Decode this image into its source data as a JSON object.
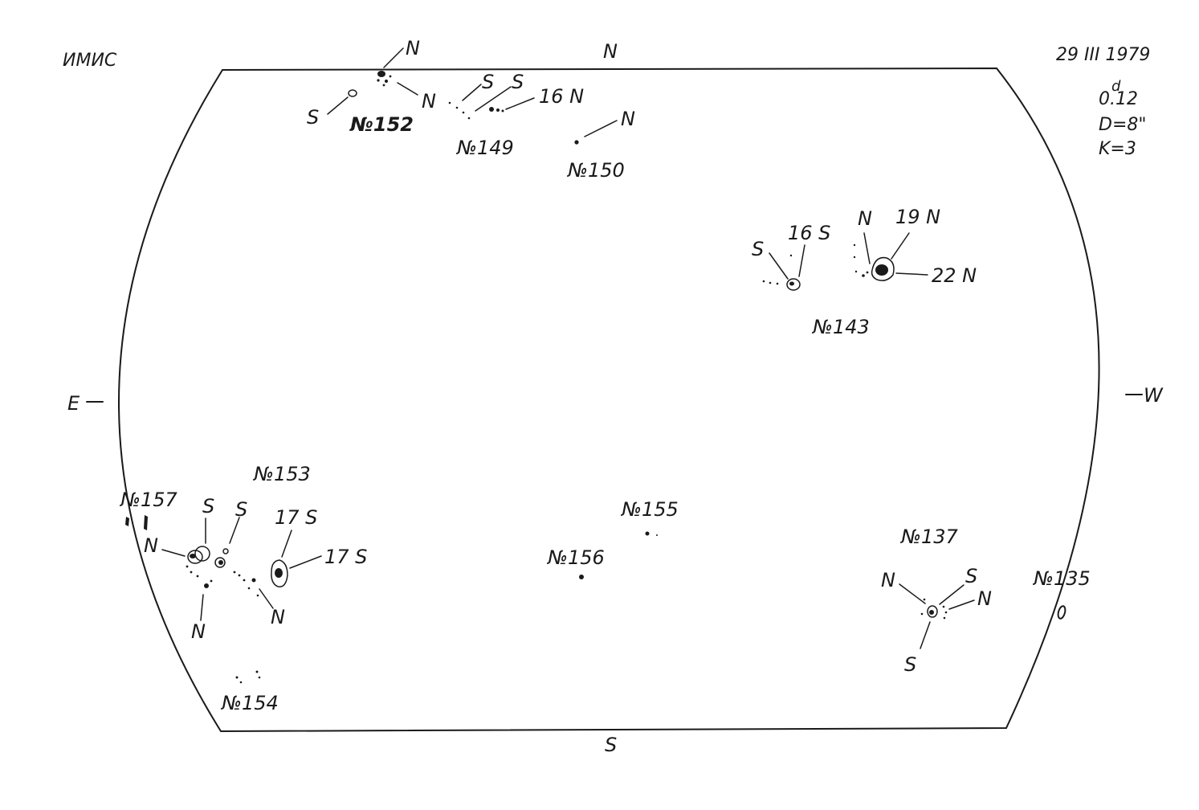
{
  "header": {
    "observatory": "ИМИС",
    "date": "29 III 1979",
    "time_main": "0",
    "time_sup": "d",
    "time_frac": ".12",
    "diameter": "D=8\"",
    "quality": "K=3"
  },
  "directions": {
    "north": "N",
    "south": "S",
    "east": "E",
    "west": "W"
  },
  "groups": [
    {
      "id": "152",
      "label": "№152",
      "polarity_labels": [
        "N",
        "N",
        "S"
      ]
    },
    {
      "id": "149",
      "label": "№149",
      "polarity_labels": [
        "S",
        "S",
        "16 N"
      ]
    },
    {
      "id": "150",
      "label": "№150",
      "polarity_labels": [
        "N"
      ]
    },
    {
      "id": "143",
      "label": "№143",
      "polarity_labels": [
        "S",
        "16 S",
        "N",
        "19 N",
        "22 N"
      ]
    },
    {
      "id": "153",
      "label": "№153",
      "polarity_labels": [
        "S",
        "S",
        "17 S",
        "17 S",
        "N",
        "N",
        "N"
      ]
    },
    {
      "id": "157",
      "label": "№157",
      "polarity_labels": []
    },
    {
      "id": "154",
      "label": "№154",
      "polarity_labels": []
    },
    {
      "id": "155",
      "label": "№155",
      "polarity_labels": []
    },
    {
      "id": "156",
      "label": "№156",
      "polarity_labels": []
    },
    {
      "id": "137",
      "label": "№137",
      "polarity_labels": [
        "N",
        "S",
        "N",
        "S"
      ]
    },
    {
      "id": "135",
      "label": "№135",
      "polarity_labels": []
    }
  ]
}
